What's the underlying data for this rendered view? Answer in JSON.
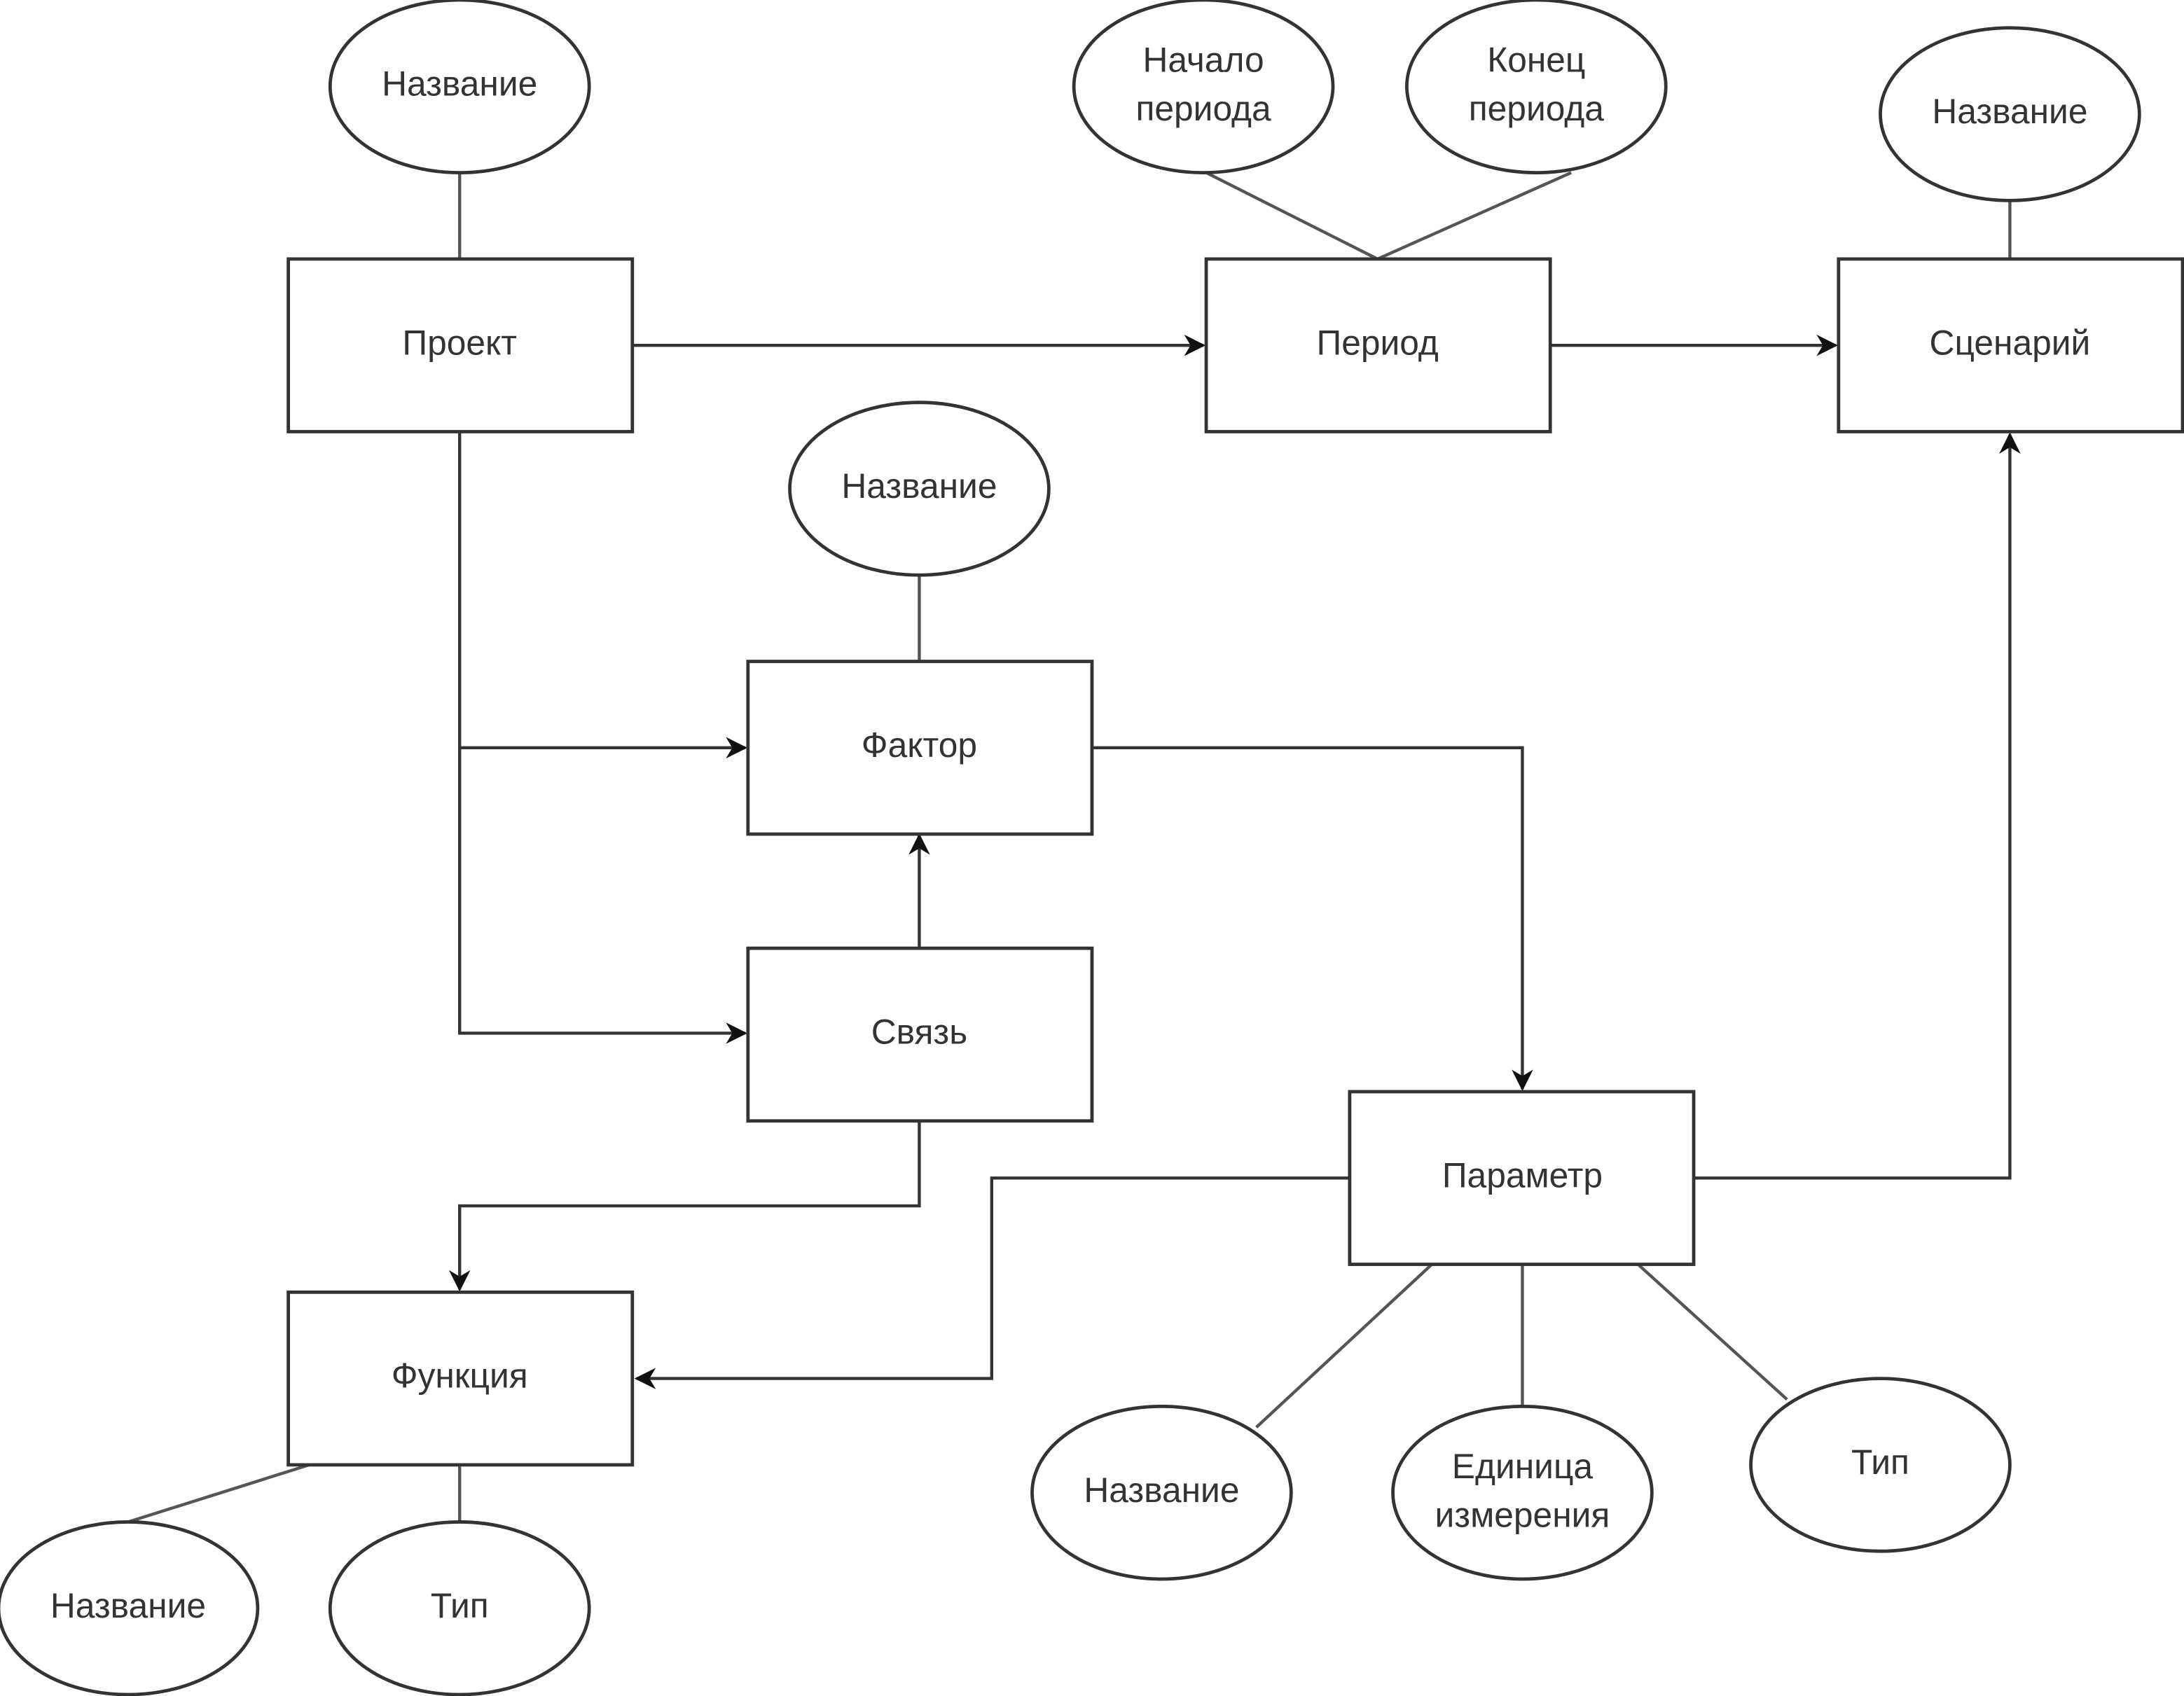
{
  "diagram": {
    "type": "ER diagram",
    "entities": [
      {
        "id": "project",
        "label": "Проект"
      },
      {
        "id": "period",
        "label": "Период"
      },
      {
        "id": "scenario",
        "label": "Сценарий"
      },
      {
        "id": "factor",
        "label": "Фактор"
      },
      {
        "id": "link",
        "label": "Связь"
      },
      {
        "id": "parameter",
        "label": "Параметр"
      },
      {
        "id": "function",
        "label": "Функция"
      }
    ],
    "attributes": [
      {
        "id": "project-name",
        "entity": "project",
        "lines": [
          "Название"
        ]
      },
      {
        "id": "period-start",
        "entity": "period",
        "lines": [
          "Начало",
          "периода"
        ]
      },
      {
        "id": "period-end",
        "entity": "period",
        "lines": [
          "Конец",
          "периода"
        ]
      },
      {
        "id": "scenario-name",
        "entity": "scenario",
        "lines": [
          "Название"
        ]
      },
      {
        "id": "factor-name",
        "entity": "factor",
        "lines": [
          "Название"
        ]
      },
      {
        "id": "param-name",
        "entity": "parameter",
        "lines": [
          "Название"
        ]
      },
      {
        "id": "param-unit",
        "entity": "parameter",
        "lines": [
          "Единица",
          "измерения"
        ]
      },
      {
        "id": "param-type",
        "entity": "parameter",
        "lines": [
          "Тип"
        ]
      },
      {
        "id": "function-name",
        "entity": "function",
        "lines": [
          "Название"
        ]
      },
      {
        "id": "function-type",
        "entity": "function",
        "lines": [
          "Тип"
        ]
      }
    ],
    "relations": [
      {
        "from": "project",
        "to": "period"
      },
      {
        "from": "period",
        "to": "scenario"
      },
      {
        "from": "project",
        "to": "factor"
      },
      {
        "from": "project",
        "to": "link"
      },
      {
        "from": "link",
        "to": "factor"
      },
      {
        "from": "factor",
        "to": "parameter"
      },
      {
        "from": "link",
        "to": "function"
      },
      {
        "from": "parameter",
        "to": "function"
      },
      {
        "from": "parameter",
        "to": "scenario"
      }
    ]
  }
}
